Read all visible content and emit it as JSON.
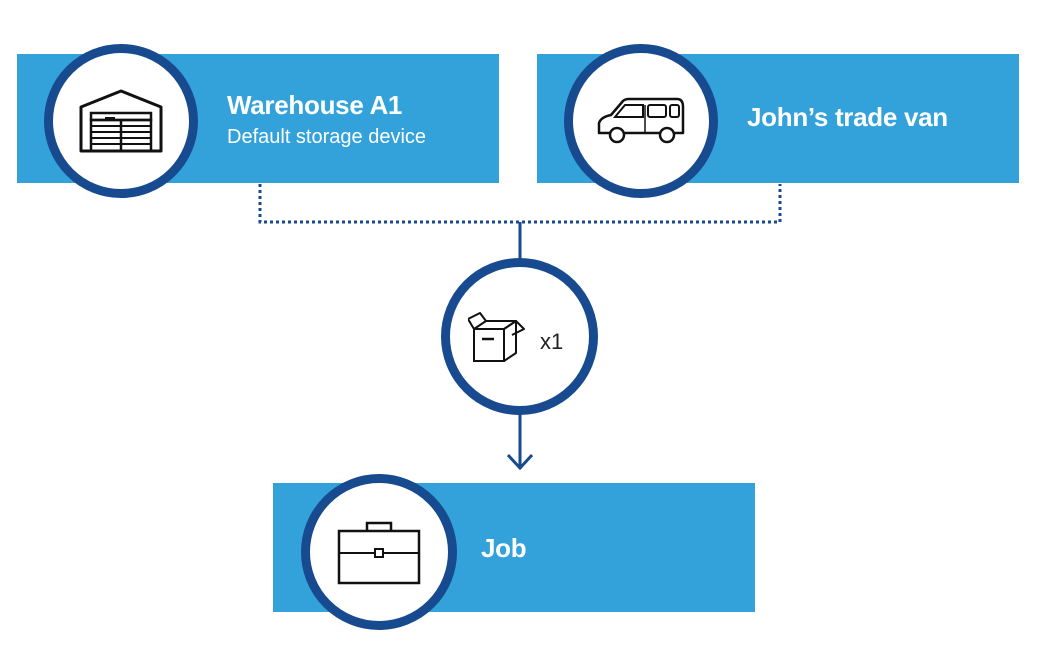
{
  "colors": {
    "card": "#33a2da",
    "ring": "#174a8e",
    "connector": "#174a8e",
    "icon": "#111111"
  },
  "sources": [
    {
      "title": "Warehouse A1",
      "subtitle": "Default storage device",
      "icon": "warehouse-icon"
    },
    {
      "title": "John’s trade van",
      "icon": "van-icon"
    }
  ],
  "transfer": {
    "icon": "box-icon",
    "quantity": "x1"
  },
  "destination": {
    "title": "Job",
    "icon": "briefcase-icon"
  }
}
